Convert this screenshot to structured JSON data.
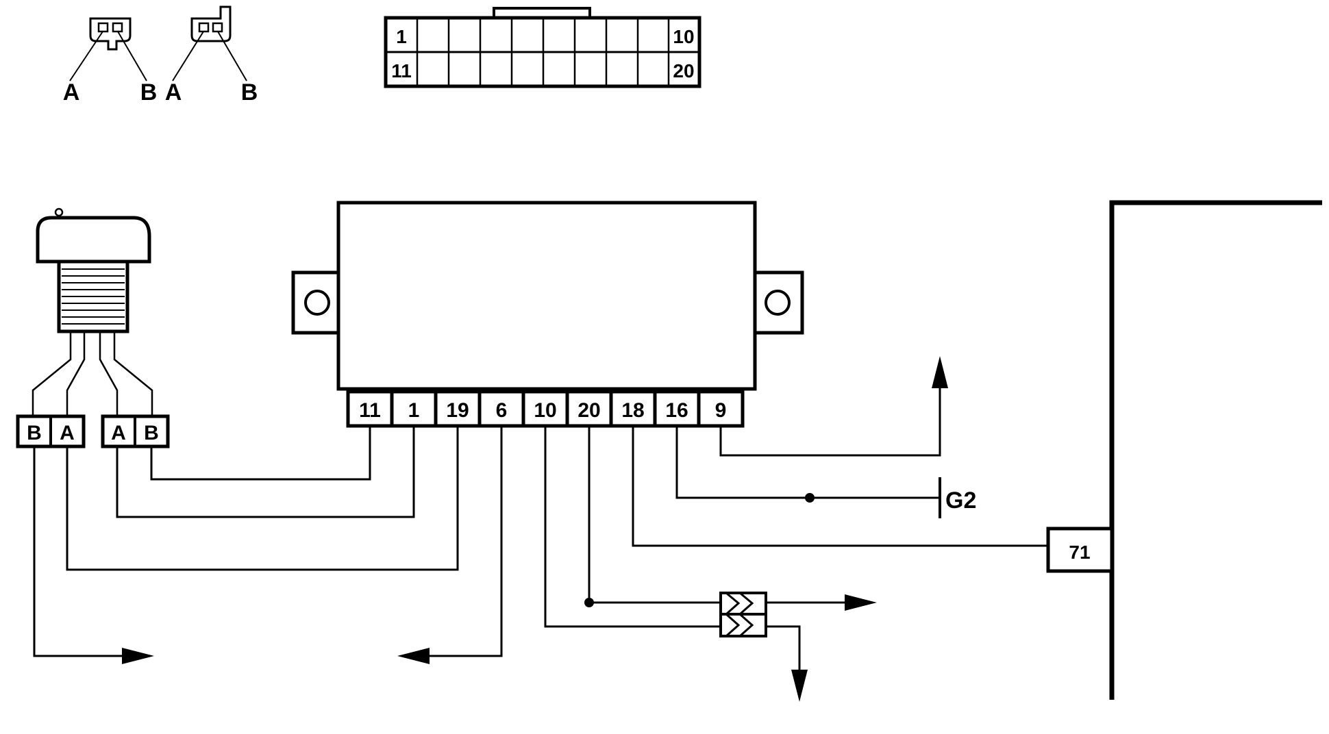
{
  "legend": {
    "small_connector_1": {
      "pin_a": "A",
      "pin_b": "B"
    },
    "small_connector_2": {
      "pin_a": "A",
      "pin_b": "B"
    },
    "main_connector": {
      "top_left": "1",
      "top_right": "10",
      "bottom_left": "11",
      "bottom_right": "20"
    }
  },
  "sensor": {
    "left_plug": {
      "pin_1": "B",
      "pin_2": "A"
    },
    "right_plug": {
      "pin_1": "A",
      "pin_2": "B"
    }
  },
  "module": {
    "pins": [
      "11",
      "1",
      "19",
      "6",
      "10",
      "20",
      "18",
      "16",
      "9"
    ]
  },
  "ground_label": "G2",
  "connector_71": "71"
}
